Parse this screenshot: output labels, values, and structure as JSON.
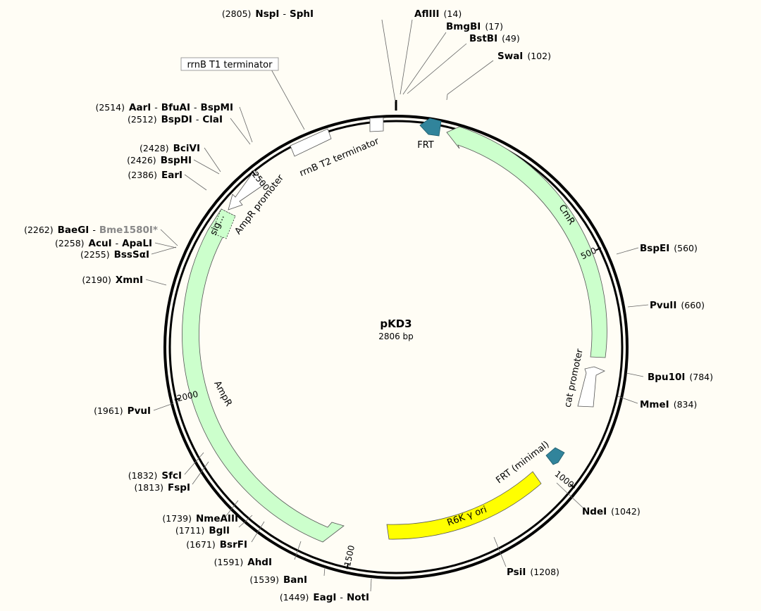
{
  "plasmid": {
    "name": "pKD3",
    "length_label": "2806 bp",
    "length": 2806
  },
  "ticks": [
    {
      "label": "500",
      "pos": 500
    },
    {
      "label": "1000",
      "pos": 1000
    },
    {
      "label": "1500",
      "pos": 1500
    },
    {
      "label": "2000",
      "pos": 2000
    },
    {
      "label": "2500",
      "pos": 2500
    }
  ],
  "sites": [
    {
      "num": "(2805)",
      "names": [
        "NspI",
        "SphI"
      ],
      "pos": 2805
    },
    {
      "num": "(14)",
      "names": [
        "AflIII"
      ],
      "pos": 14
    },
    {
      "num": "(17)",
      "names": [
        "BmgBI"
      ],
      "pos": 17
    },
    {
      "num": "(49)",
      "names": [
        "BstBI"
      ],
      "pos": 49
    },
    {
      "num": "(102)",
      "names": [
        "SwaI"
      ],
      "pos": 102
    },
    {
      "num": "(560)",
      "names": [
        "BspEI"
      ],
      "pos": 560
    },
    {
      "num": "(660)",
      "names": [
        "PvuII"
      ],
      "pos": 660
    },
    {
      "num": "(784)",
      "names": [
        "Bpu10I"
      ],
      "pos": 784
    },
    {
      "num": "(834)",
      "names": [
        "MmeI"
      ],
      "pos": 834
    },
    {
      "num": "(1042)",
      "names": [
        "NdeI"
      ],
      "pos": 1042
    },
    {
      "num": "(1208)",
      "names": [
        "PsiI"
      ],
      "pos": 1208
    },
    {
      "num": "(1449)",
      "names": [
        "EagI",
        "NotI"
      ],
      "pos": 1449
    },
    {
      "num": "(1539)",
      "names": [
        "BanI"
      ],
      "pos": 1539
    },
    {
      "num": "(1591)",
      "names": [
        "AhdI"
      ],
      "pos": 1591
    },
    {
      "num": "(1671)",
      "names": [
        "BsrFI"
      ],
      "pos": 1671
    },
    {
      "num": "(1711)",
      "names": [
        "BglI"
      ],
      "pos": 1711
    },
    {
      "num": "(1739)",
      "names": [
        "NmeAIII"
      ],
      "pos": 1739
    },
    {
      "num": "(1813)",
      "names": [
        "FspI"
      ],
      "pos": 1813
    },
    {
      "num": "(1832)",
      "names": [
        "SfcI"
      ],
      "pos": 1832
    },
    {
      "num": "(1961)",
      "names": [
        "PvuI"
      ],
      "pos": 1961
    },
    {
      "num": "(2190)",
      "names": [
        "XmnI"
      ],
      "pos": 2190
    },
    {
      "num": "(2255)",
      "names": [
        "BssSαI"
      ],
      "pos": 2255
    },
    {
      "num": "(2258)",
      "names": [
        "AcuI",
        "ApaLI"
      ],
      "pos": 2258
    },
    {
      "num": "(2262)",
      "names": [
        "BaeGI",
        "Bme1580I*"
      ],
      "pos": 2262,
      "gray_second": true
    },
    {
      "num": "(2386)",
      "names": [
        "EarI"
      ],
      "pos": 2386
    },
    {
      "num": "(2426)",
      "names": [
        "BspHI"
      ],
      "pos": 2426
    },
    {
      "num": "(2428)",
      "names": [
        "BciVI"
      ],
      "pos": 2428
    },
    {
      "num": "(2512)",
      "names": [
        "BspDI",
        "ClaI"
      ],
      "pos": 2512
    },
    {
      "num": "(2514)",
      "names": [
        "AarI",
        "BfuAI",
        "BspMI"
      ],
      "pos": 2514
    }
  ],
  "features": [
    {
      "label": "FRT",
      "type": "frt"
    },
    {
      "label": "CmR",
      "type": "cds"
    },
    {
      "label": "cat promoter",
      "type": "promoter"
    },
    {
      "label": "FRT (minimal)",
      "type": "frt"
    },
    {
      "label": "R6K γ ori",
      "type": "origin"
    },
    {
      "label": "AmpR",
      "type": "cds"
    },
    {
      "label": "sig...",
      "type": "signal"
    },
    {
      "label": "AmpR promoter",
      "type": "promoter"
    },
    {
      "label": "rrnB T2 terminator",
      "type": "terminator"
    },
    {
      "label": "rrnB T1 terminator",
      "type": "terminator"
    }
  ],
  "colors": {
    "cds": "#ccffcc",
    "origin": "#ffff00",
    "frt": "#31849b",
    "backbone": "#000000",
    "promoter": "#ffffff",
    "terminator": "#ffffff"
  }
}
